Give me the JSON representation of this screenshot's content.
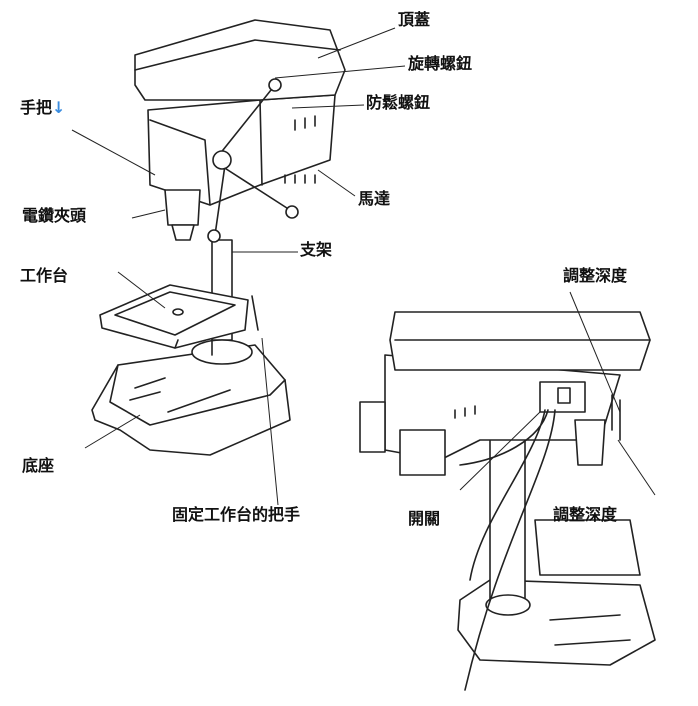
{
  "labels": {
    "top_cover": "頂蓋",
    "rotary_knob": "旋轉螺鈕",
    "lock_knob": "防鬆螺鈕",
    "handle": "手把",
    "handle_arrow": "↓",
    "motor": "馬達",
    "chuck": "電鑽夾頭",
    "column": "支架",
    "worktable": "工作台",
    "depth_adjust_top": "調整深度",
    "base": "底座",
    "table_lock_handle": "固定工作台的把手",
    "switch": "開關",
    "depth_adjust_bottom": "調整深度"
  }
}
